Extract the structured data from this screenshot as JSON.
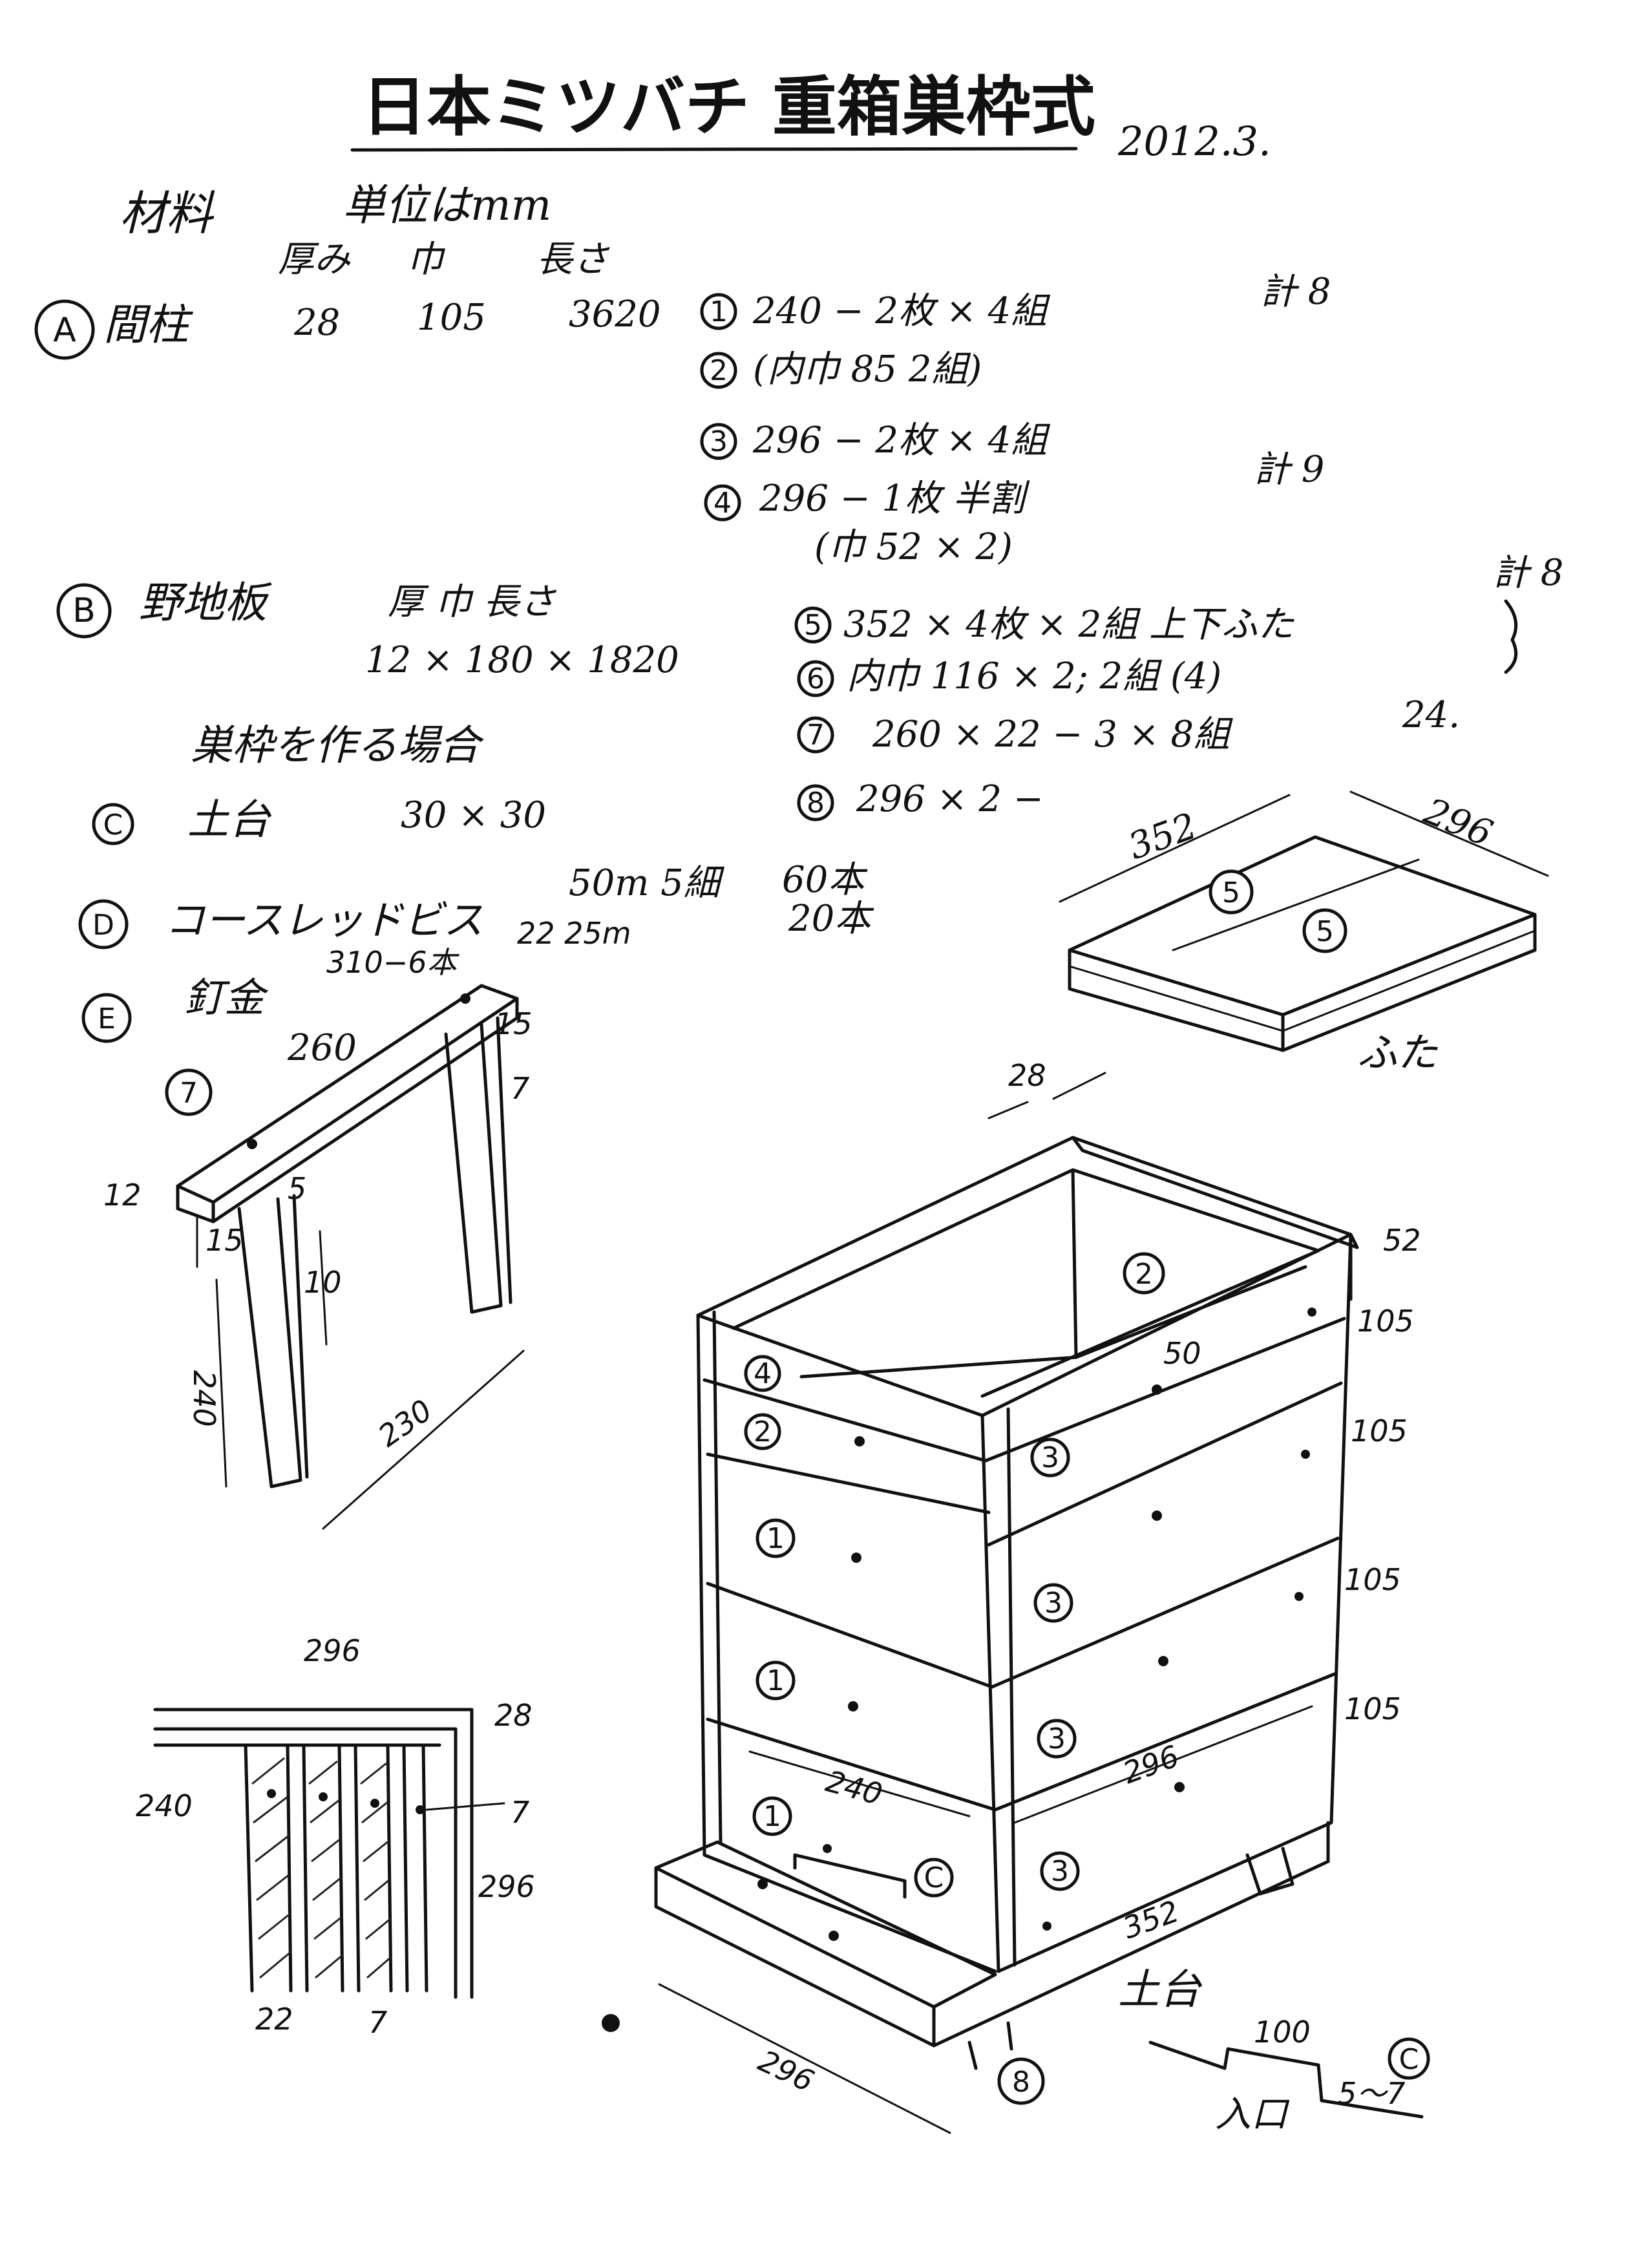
{
  "header": {
    "title": "日本ミツバチ 重箱巣枠式",
    "date": "2012.3."
  },
  "materials": {
    "heading": "材料",
    "unit": "単位はmm",
    "col_headers": [
      "厚み",
      "巾",
      "長さ"
    ],
    "A": {
      "mark": "A",
      "name": "間柱",
      "dims": [
        "28",
        "105",
        "3620"
      ],
      "parts": [
        {
          "mark": "1",
          "text": "240 − 2枚 × 4組"
        },
        {
          "mark": "2",
          "text": "(内巾 85  2組)"
        },
        {
          "mark": "3",
          "text": "296 − 2枚 × 4組"
        },
        {
          "mark": "4",
          "text": "296 − 1枚 半割"
        },
        {
          "mark": "",
          "text": "(巾  52 × 2)"
        }
      ],
      "total_1": "計 8",
      "total_2": "計 9"
    },
    "B": {
      "mark": "B",
      "name": "野地板",
      "header": "厚  巾  長さ",
      "dims": "12 × 180 × 1820",
      "parts": [
        {
          "mark": "5",
          "text": "352 × 4枚 × 2組 上下ふた"
        },
        {
          "mark": "6",
          "text": "内巾 116 × 2; 2組 (4)"
        },
        {
          "mark": "7",
          "text": "260 × 22 − 3 × 8組"
        },
        {
          "mark": "8",
          "text": "296 × 2 −"
        }
      ],
      "total": "計 8",
      "total_7": "24."
    },
    "frame_note": "巣枠を作る場合",
    "C": {
      "mark": "C",
      "name": "土台",
      "dims": "30 × 30"
    },
    "D": {
      "mark": "D",
      "name": "コースレッドビス",
      "spec": "50m 5細",
      "qty": "60本",
      "spec2": "22 25m",
      "qty2": "20本"
    },
    "E": {
      "mark": "E",
      "name": "釘金",
      "spec": "310−6本"
    }
  },
  "frame_detail": {
    "mark": "7",
    "labels": {
      "top_len": "260",
      "thk": "12",
      "gap": "15",
      "side_w": "5",
      "side_w2": "7",
      "side_top": "15",
      "inner": "10",
      "height": "240",
      "span": "230"
    }
  },
  "lid": {
    "w": "352",
    "d": "296",
    "part": "5",
    "label": "ふた"
  },
  "hive": {
    "dims": {
      "top": "28",
      "h_top": "52",
      "h1": "105",
      "h2": "105",
      "h3": "105",
      "h4": "105",
      "inner": "50",
      "front_w": "240",
      "side_w": "296",
      "base_w": "296",
      "base_d": "352"
    },
    "labels": {
      "part_1": "1",
      "part_2": "2",
      "part_3": "3",
      "part_4": "4",
      "part_8": "8",
      "part_c": "C",
      "base": "土台",
      "entrance": "入口",
      "entrance_w": "100",
      "entrance_h": "5〜7"
    }
  },
  "plan_view": {
    "top": "296",
    "corner": "28",
    "left": "240",
    "right": "296",
    "gap": "7",
    "bottom_left": "22",
    "bottom_mid": "7"
  }
}
